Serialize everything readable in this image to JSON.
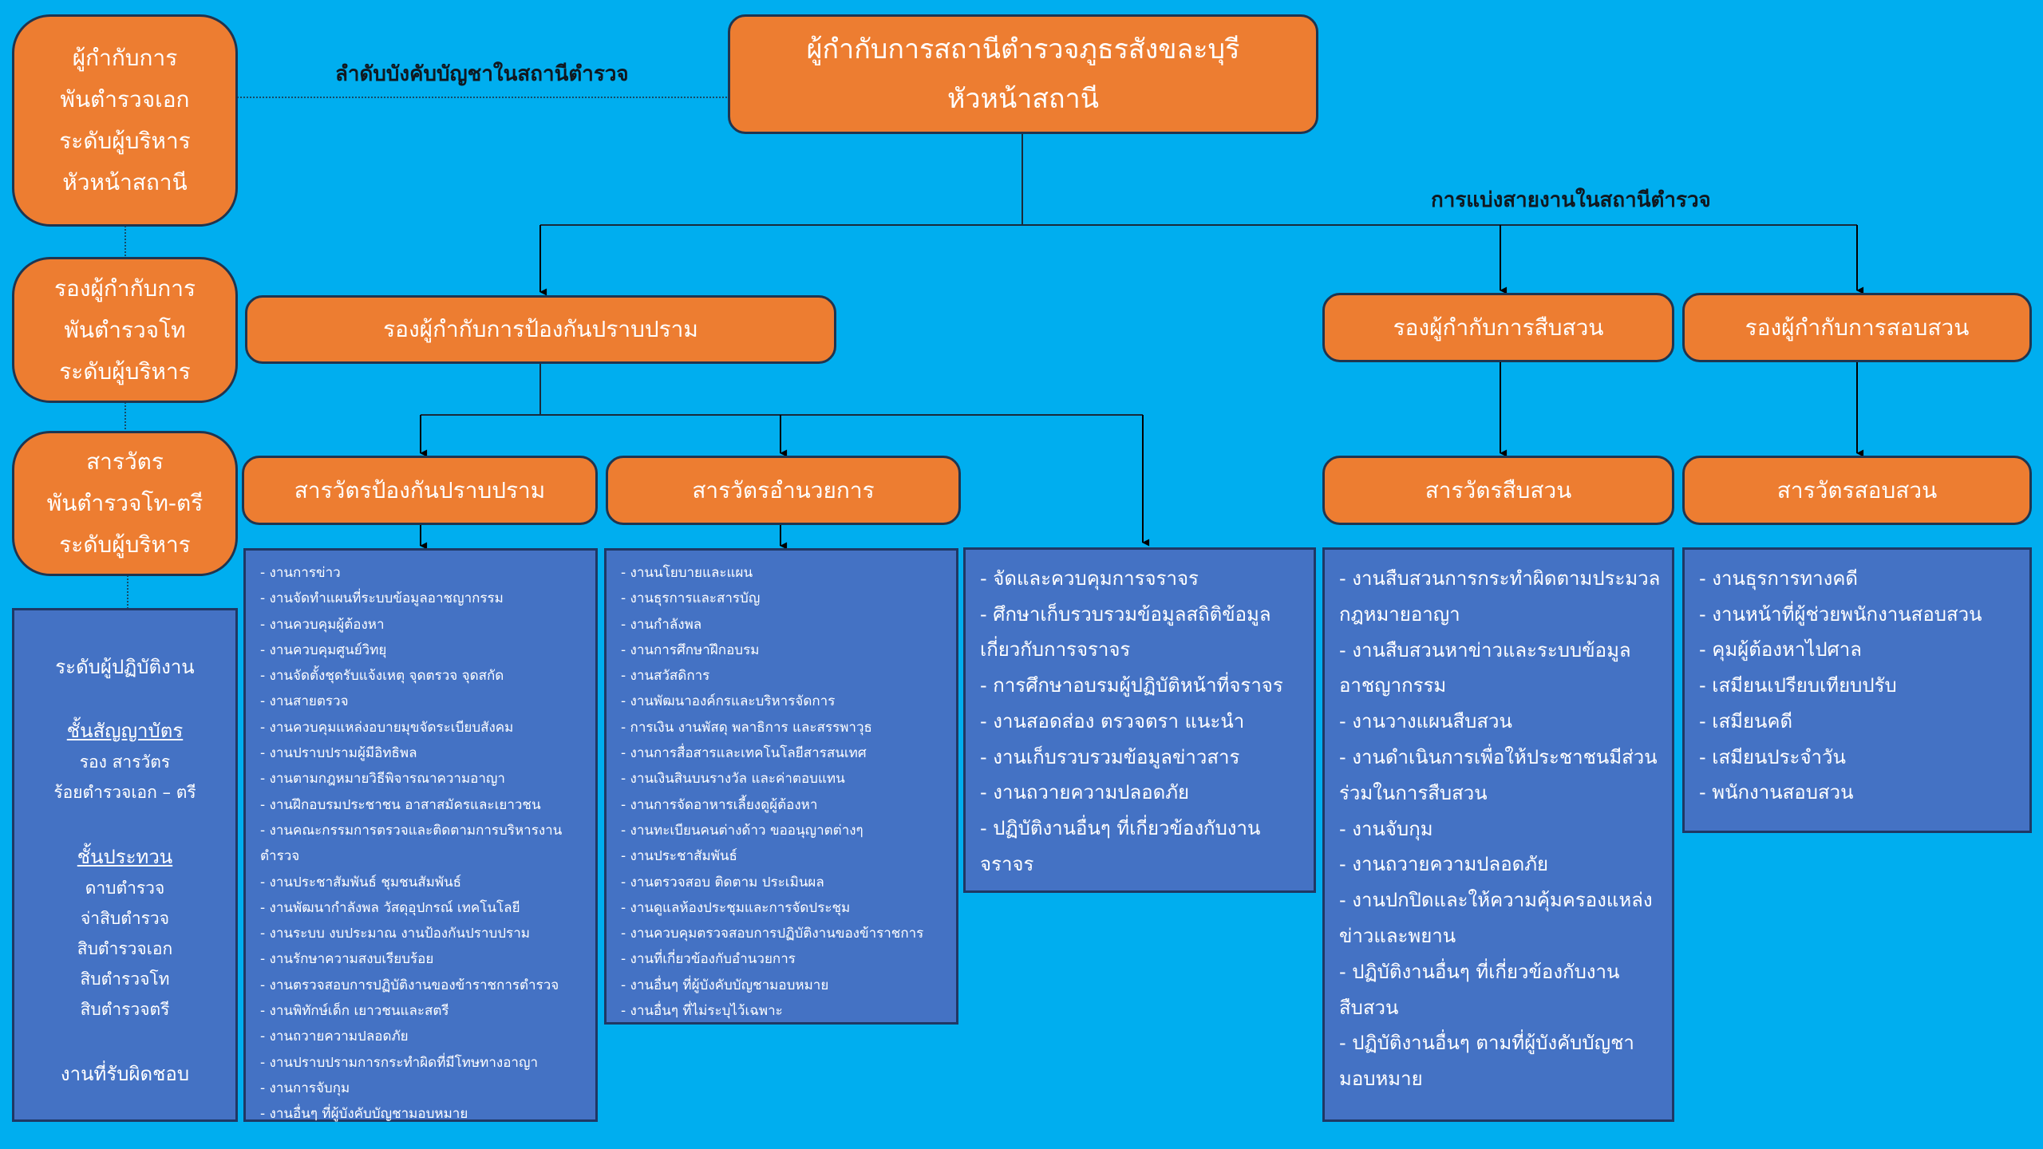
{
  "labels": {
    "chain_of_command": "ลำดับบังคับบัญชาในสถานีตำรวจ",
    "division_of_work": "การแบ่งสายงานในสถานีตำรวจ"
  },
  "colors": {
    "background": "#00AEEF",
    "node_orange": "#ED7D31",
    "panel_blue": "#4472C4",
    "border_dark": "#1F3550"
  },
  "hierarchy_legend": {
    "superintendent": [
      "ผู้กำกับการ",
      "พันตำรวจเอก",
      "ระดับผู้บริหาร",
      "หัวหน้าสถานี"
    ],
    "deputy": [
      "รองผู้กำกับการ",
      "พันตำรวจโท",
      "ระดับผู้บริหาร"
    ],
    "inspector": [
      "สารวัตร",
      "พันตำรวจโท-ตรี",
      "ระดับผู้บริหาร"
    ],
    "operational": {
      "title": "ระดับผู้ปฏิบัติงาน",
      "commissioned_heading": "ชั้นสัญญาบัตร",
      "commissioned_ranks": [
        "รอง สารวัตร",
        "ร้อยตำรวจเอก – ตรี"
      ],
      "noncommissioned_heading": "ชั้นประทวน",
      "noncommissioned_ranks": [
        "ดาบตำรวจ",
        "จ่าสิบตำรวจ",
        "สิบตำรวจเอก",
        "สิบตำรวจโท",
        "สิบตำรวจตรี"
      ],
      "footer": "งานที่รับผิดชอบ"
    }
  },
  "top_node": {
    "line1": "ผู้กำกับการสถานีตำรวจภูธรสังขละบุรี",
    "line2": "หัวหน้าสถานี"
  },
  "deputies": {
    "prevention": "รองผู้กำกับการป้องกันปราบปราม",
    "investigation": "รองผู้กำกับการสืบสวน",
    "inquiry": "รองผู้กำกับการสอบสวน"
  },
  "inspectors": {
    "prevention": "สารวัตรป้องกันปราบปราม",
    "administration": "สารวัตรอำนวยการ",
    "investigation": "สารวัตรสืบสวน",
    "inquiry": "สารวัตรสอบสวน"
  },
  "tasks": {
    "prevention": [
      "- งานการข่าว",
      "- งานจัดทำแผนที่ระบบข้อมูลอาชญากรรม",
      "- งานควบคุมผู้ต้องหา",
      "- งานควบคุมศูนย์วิทยุ",
      "- งานจัดตั้งชุดรับแจ้งเหตุ  จุดตรวจ จุดสกัด",
      "- งานสายตรวจ",
      "- งานควบคุมแหล่งอบายมุขจัดระเบียบสังคม",
      "- งานปราบปรามผู้มีอิทธิพล",
      "- งานตามกฎหมายวิธีพิจารณาความอาญา",
      "- งานฝึกอบรมประชาชน อาสาสมัครและเยาวชน",
      "- งานคณะกรรมการตรวจและติดตามการบริหารงานตำรวจ",
      "- งานประชาสัมพันธ์ ชุมชนสัมพันธ์",
      "- งานพัฒนากำลังพล วัสดุอุปกรณ์ เทคโนโลยี",
      "- งานระบบ งบประมาณ งานป้องกันปราบปราม",
      "- งานรักษาความสงบเรียบร้อย",
      "- งานตรวจสอบการปฏิบัติงานของข้าราชการตำรวจ",
      "- งานพิทักษ์เด็ก เยาวชนและสตรี",
      "- งานถวายความปลอดภัย",
      "- งานปราบปรามการกระทำผิดที่มีโทษทางอาญา",
      "- งานการจับกุม",
      "- งานอื่นๆ ที่ผู้บังคับบัญชามอบหมาย"
    ],
    "administration": [
      "- งานนโยบายและแผน",
      "- งานธุรการและสารบัญ",
      "- งานกำลังพล",
      "- งานการศึกษาฝึกอบรม",
      "- งานสวัสดิการ",
      "- งานพัฒนาองค์กรและบริหารจัดการ",
      "- การเงิน งานพัสดุ พลาธิการ และสรรพาวุธ",
      "- งานการสื่อสารและเทคโนโลยีสารสนเทศ",
      "- งานเงินสินบนรางวัล และค่าตอบแทน",
      "- งานการจัดอาหารเลี้ยงดูผู้ต้องหา",
      "- งานทะเบียนคนต่างด้าว ขออนุญาตต่างๆ",
      "- งานประชาสัมพันธ์",
      "- งานตรวจสอบ ติดตาม ประเมินผล",
      "- งานดูแลห้องประชุมและการจัดประชุม",
      "- งานควบคุมตรวจสอบการปฏิบัติงานของข้าราชการ",
      "- งานที่เกี่ยวข้องกับอำนวยการ",
      "- งานอื่นๆ ที่ผู้บังคับบัญชามอบหมาย",
      "- งานอื่นๆ ที่ไม่ระบุไว้เฉพาะ"
    ],
    "traffic": [
      "- จัดและควบคุมการจราจร",
      "- ศึกษาเก็บรวบรวมข้อมูลสถิติข้อมูลเกี่ยวกับการจราจร",
      "- การศึกษาอบรมผู้ปฏิบัติหน้าที่จราจร",
      "- งานสอดส่อง ตรวจตรา แนะนำ",
      "- งานเก็บรวบรวมข้อมูลข่าวสาร",
      "- งานถวายความปลอดภัย",
      "- ปฏิบัติงานอื่นๆ ที่เกี่ยวข้องกับงานจราจร"
    ],
    "investigation": [
      "- งานสืบสวนการกระทำผิดตามประมวลกฎหมายอาญา",
      "- งานสืบสวนหาข่าวและระบบข้อมูลอาชญากรรม",
      "- งานวางแผนสืบสวน",
      "- งานดำเนินการเพื่อให้ประชาชนมีส่วนร่วมในการสืบสวน",
      "- งานจับกุม",
      "- งานถวายความปลอดภัย",
      "- งานปกปิดและให้ความคุ้มครองแหล่งข่าวและพยาน",
      "- ปฏิบัติงานอื่นๆ ที่เกี่ยวข้องกับงานสืบสวน",
      "- ปฏิบัติงานอื่นๆ ตามที่ผู้บังคับบัญชามอบหมาย"
    ],
    "inquiry": [
      "- งานธุรการทางคดี",
      "- งานหน้าที่ผู้ช่วยพนักงานสอบสวน",
      "- คุมผู้ต้องหาไปศาล",
      "- เสมียนเปรียบเทียบปรับ",
      "- เสมียนคดี",
      "- เสมียนประจำวัน",
      "- พนักงานสอบสวน"
    ]
  }
}
